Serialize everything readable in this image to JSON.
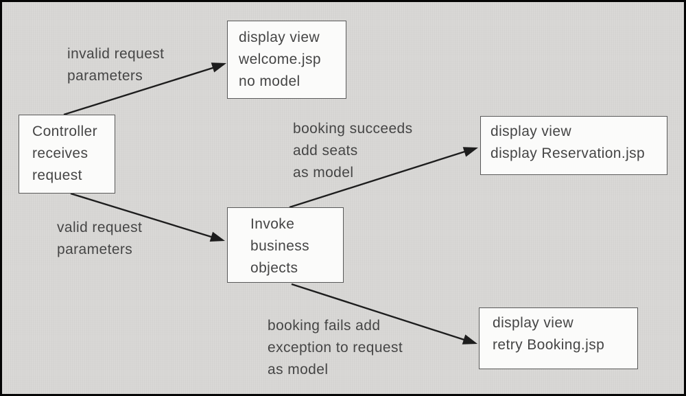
{
  "diagram": {
    "nodes": {
      "controller": {
        "lines": [
          "Controller",
          "receives",
          "request"
        ]
      },
      "welcome_view": {
        "lines": [
          "display view",
          "welcome.jsp",
          "no model"
        ]
      },
      "invoke_business": {
        "lines": [
          "Invoke",
          "business",
          "objects"
        ]
      },
      "reservation_view": {
        "lines": [
          "display view",
          "display Reservation.jsp"
        ]
      },
      "booking_view": {
        "lines": [
          "display view",
          "retry Booking.jsp"
        ]
      }
    },
    "edge_labels": {
      "invalid_request": {
        "lines": [
          "invalid request",
          "parameters"
        ]
      },
      "valid_request": {
        "lines": [
          "valid request",
          "parameters"
        ]
      },
      "booking_succeeds": {
        "lines": [
          "booking succeeds",
          "add seats",
          "as model"
        ]
      },
      "booking_fails": {
        "lines": [
          "booking fails add",
          "exception to request",
          "as model"
        ]
      }
    },
    "colors": {
      "background": "#d8d7d5",
      "node_fill": "#fbfbfa",
      "node_border": "#585858",
      "text": "#454545",
      "arrow": "#1d1d1d",
      "frame": "#050505"
    }
  }
}
